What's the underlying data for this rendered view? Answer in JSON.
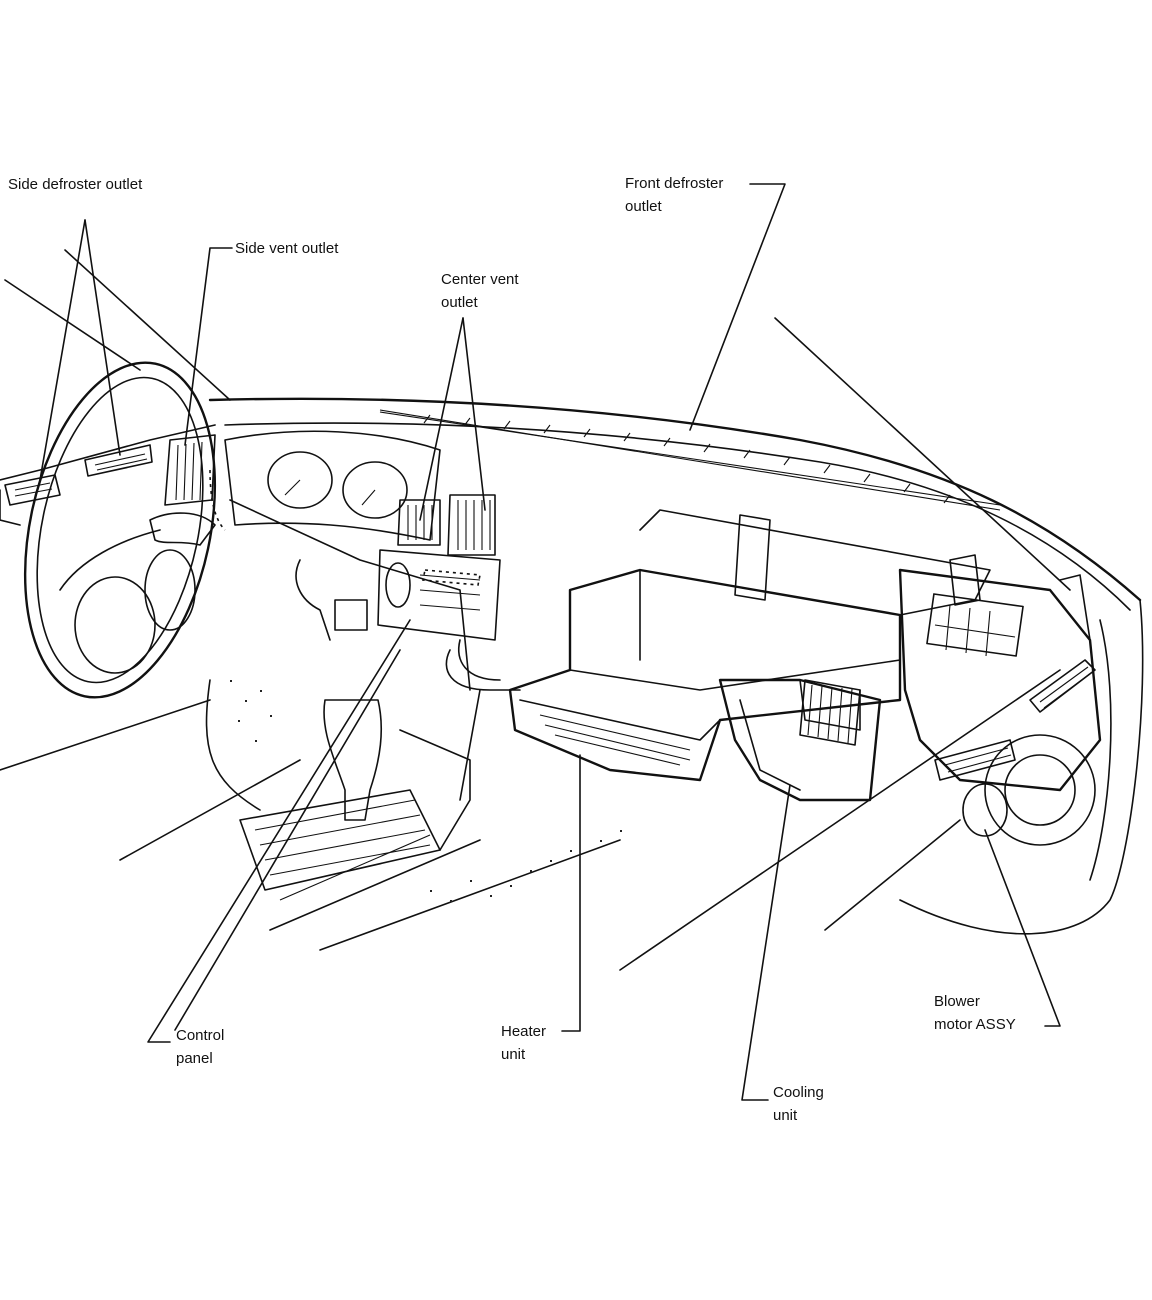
{
  "labels": {
    "side_defroster_outlet": "Side defroster outlet",
    "side_vent_outlet": "Side vent outlet",
    "center_vent_outlet": "Center vent\noutlet",
    "front_defroster_outlet": "Front defroster\noutlet",
    "control_panel": "Control\npanel",
    "heater_unit": "Heater\nunit",
    "cooling_unit": "Cooling\nunit",
    "blower_motor_assy": "Blower\nmotor ASSY"
  }
}
